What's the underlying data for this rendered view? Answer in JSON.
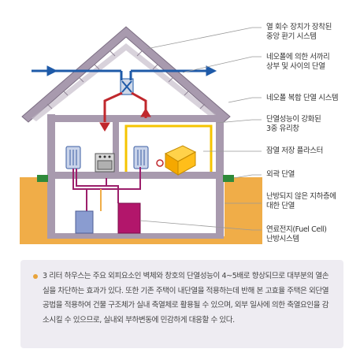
{
  "labels": [
    {
      "id": "heat-recovery",
      "text": "열 회수 장치가 장착된\n중앙 환기 시스템"
    },
    {
      "id": "neopor-rafter",
      "text": "네오폴에 의한 서까리\n상부 및 사이의 단열"
    },
    {
      "id": "neopor-composite",
      "text": "네오폴 복합 단열 시스템"
    },
    {
      "id": "glazing",
      "text": "단열성능이 강화된\n3중 유리창"
    },
    {
      "id": "latent-plaster",
      "text": "잠열 저장 플라스터"
    },
    {
      "id": "exterior-insulation",
      "text": "외곽 단열"
    },
    {
      "id": "basement-insulation",
      "text": "난방되지 않은 지하층에\n대한 단열"
    },
    {
      "id": "fuel-cell",
      "text": "연료전지(Fuel Cell)\n난방시스템"
    }
  ],
  "description": "3 리터 하우스는 주요 외피요소인 벽체와 창호의 단열성능이 4~5배로 향상되므로 대부분의 열손실을 차단하는 효과가 있다.  또한 기존 주택이 내단열을 적용하는데 반해 본 고효율 주택은 외단열 공법을 적용하여 건물 구조체가 실내 축열체로 활용될 수 있으며, 외부 일사에 의한 축열요인을 감소시킬 수 있으므로, 실내외 부하변동에 민감하게 대응할 수 있다.",
  "colors": {
    "ground": "#f0ad48",
    "wall": "#a89aae",
    "wall_dark": "#7b6d82",
    "air_in": "#1e5aa8",
    "air_out": "#c0282d",
    "plaster": "#f5c400",
    "pipe": "#9c1f6b",
    "desc_bg": "#eeecf2"
  }
}
